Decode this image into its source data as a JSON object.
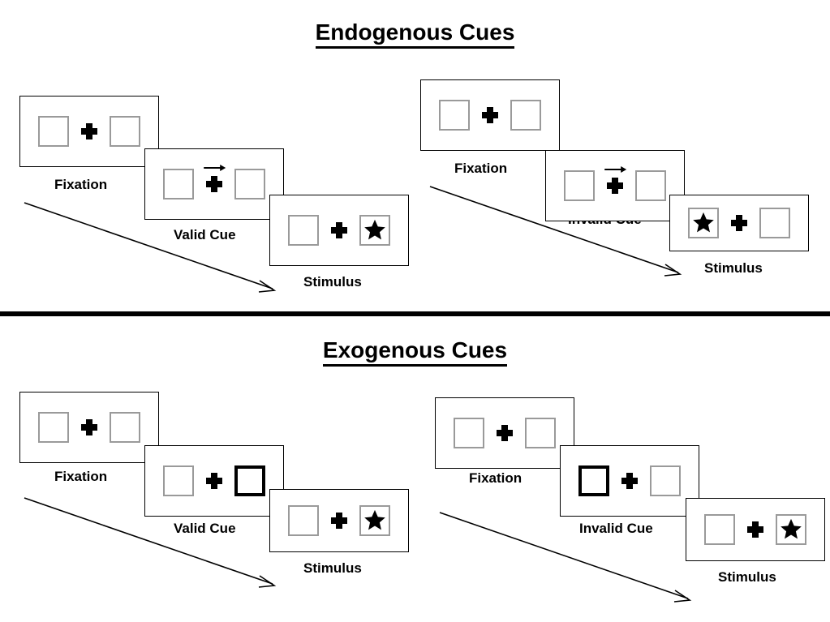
{
  "figure": {
    "sections": [
      {
        "id": "endogenous",
        "title": "Endogenous Cues",
        "cue_type": "arrow",
        "groups": [
          {
            "id": "endogenous-valid",
            "panels": [
              {
                "label": "Fixation",
                "left_box": "empty",
                "right_box": "empty",
                "cue": "none"
              },
              {
                "label": "Valid Cue",
                "left_box": "empty",
                "right_box": "empty",
                "cue": "arrow-right"
              },
              {
                "label": "Stimulus",
                "left_box": "empty",
                "right_box": "star",
                "cue": "none"
              }
            ]
          },
          {
            "id": "endogenous-invalid",
            "panels": [
              {
                "label": "Fixation",
                "left_box": "empty",
                "right_box": "empty",
                "cue": "none"
              },
              {
                "label": "Invalid Cue",
                "left_box": "empty",
                "right_box": "empty",
                "cue": "arrow-right"
              },
              {
                "label": "Stimulus",
                "left_box": "star",
                "right_box": "empty",
                "cue": "none"
              }
            ]
          }
        ]
      },
      {
        "id": "exogenous",
        "title": "Exogenous Cues",
        "cue_type": "box-flash",
        "groups": [
          {
            "id": "exogenous-valid",
            "panels": [
              {
                "label": "Fixation",
                "left_box": "empty",
                "right_box": "empty",
                "cue": "none"
              },
              {
                "label": "Valid Cue",
                "left_box": "empty",
                "right_box": "cued",
                "cue": "none"
              },
              {
                "label": "Stimulus",
                "left_box": "empty",
                "right_box": "star",
                "cue": "none"
              }
            ]
          },
          {
            "id": "exogenous-invalid",
            "panels": [
              {
                "label": "Fixation",
                "left_box": "empty",
                "right_box": "empty",
                "cue": "none"
              },
              {
                "label": "Invalid Cue",
                "left_box": "cued",
                "right_box": "empty",
                "cue": "none"
              },
              {
                "label": "Stimulus",
                "left_box": "empty",
                "right_box": "star",
                "cue": "none"
              }
            ]
          }
        ]
      }
    ],
    "icons": {
      "fixation_cross": "plus-cross-icon",
      "stimulus": "star-icon",
      "cue": "arrow-right-icon",
      "time_flow": "time-arrow-icon"
    },
    "colors": {
      "panel_border": "#000000",
      "box_border": "#9a9a9a",
      "cued_box_border": "#000000",
      "stimulus": "#000000",
      "background": "#ffffff",
      "divider": "#000000"
    }
  }
}
